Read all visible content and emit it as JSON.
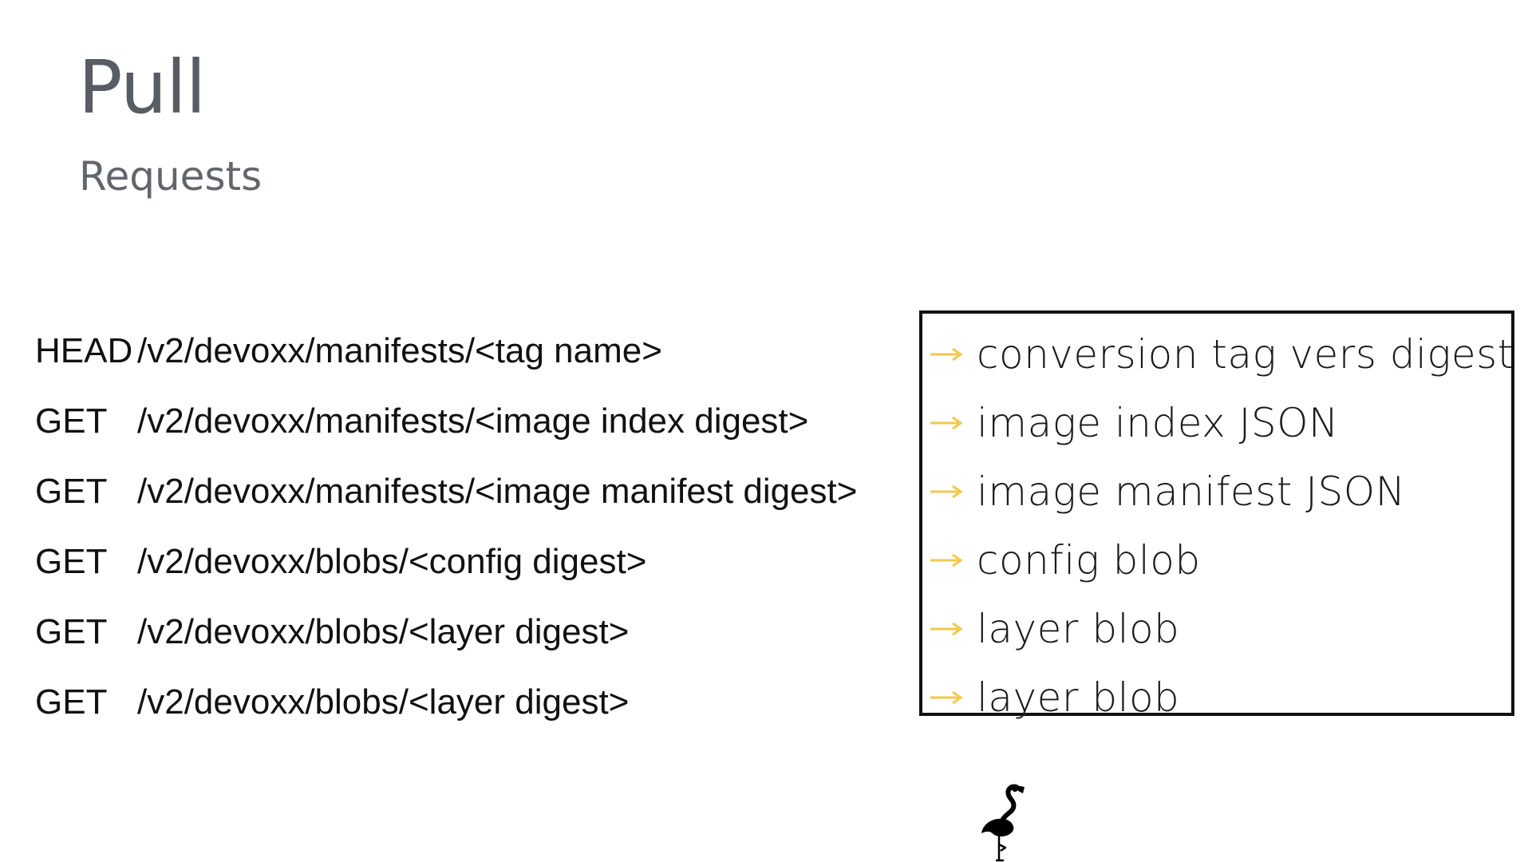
{
  "slide": {
    "title": "Pull",
    "subtitle": "Requests"
  },
  "requests": [
    {
      "method": "HEAD",
      "path": "/v2/devoxx/manifests/<tag name>"
    },
    {
      "method": "GET",
      "path": "/v2/devoxx/manifests/<image index digest>"
    },
    {
      "method": "GET",
      "path": "/v2/devoxx/manifests/<image manifest digest>"
    },
    {
      "method": "GET",
      "path": "/v2/devoxx/blobs/<config digest>"
    },
    {
      "method": "GET",
      "path": "/v2/devoxx/blobs/<layer digest>"
    },
    {
      "method": "GET",
      "path": "/v2/devoxx/blobs/<layer digest>"
    }
  ],
  "responses": [
    {
      "icon": "arrow-right-icon",
      "text": "conversion tag vers digest"
    },
    {
      "icon": "arrow-right-icon",
      "text": "image index JSON"
    },
    {
      "icon": "arrow-right-icon",
      "text": "image manifest JSON"
    },
    {
      "icon": "arrow-right-icon",
      "text": "config blob"
    },
    {
      "icon": "arrow-right-icon",
      "text": "layer blob"
    },
    {
      "icon": "arrow-right-icon",
      "text": "layer blob"
    }
  ],
  "colors": {
    "title": "#585d63",
    "arrow_accent": "#f2c94c",
    "text": "#111111"
  },
  "logo": {
    "icon": "flamingo-icon"
  }
}
